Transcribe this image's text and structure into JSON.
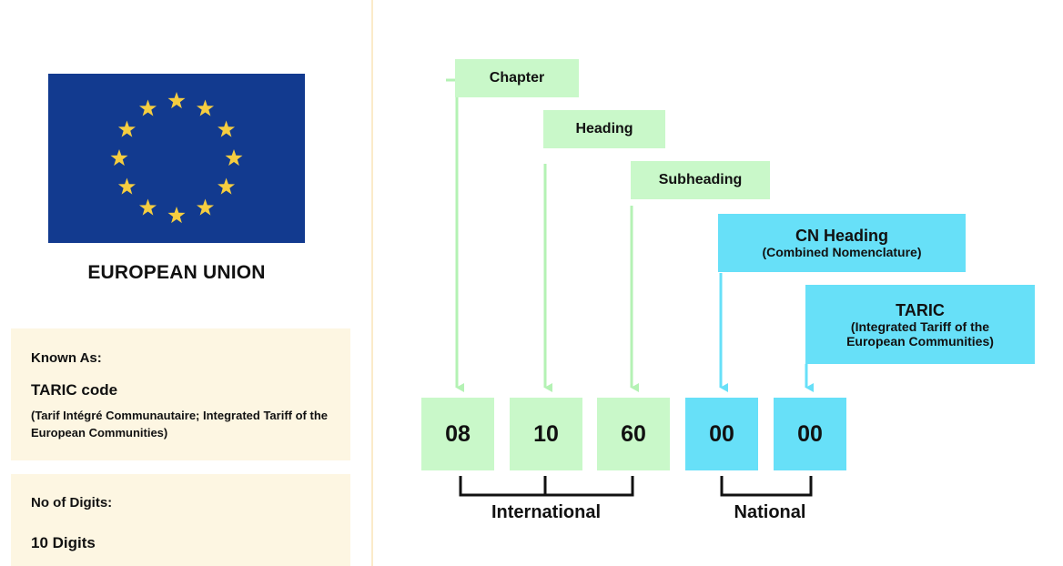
{
  "left_panel": {
    "region_title": "EUROPEAN UNION",
    "known_as": {
      "label": "Known As:",
      "value": "TARIC code",
      "description": "(Tarif Intégré Communautaire; Integrated Tariff of the European Communities)"
    },
    "digits": {
      "label": "No of Digits:",
      "value": "10 Digits"
    }
  },
  "code_labels": {
    "chapter": "Chapter",
    "heading": "Heading",
    "subheading": "Subheading",
    "cn_heading": {
      "title": "CN Heading",
      "subtitle": "(Combined Nomenclature)"
    },
    "taric": {
      "title": "TARIC",
      "subtitle": "(Integrated Tariff of the European Communities)"
    }
  },
  "digits": [
    "08",
    "10",
    "60",
    "00",
    "00"
  ],
  "groups": {
    "international": "International",
    "national": "National"
  },
  "colors": {
    "flag_blue": "#123a8f",
    "flag_star": "#f5cd40",
    "green": "#c9f8c9",
    "green_line": "#b4f2b4",
    "blue": "#67e0f8",
    "blue_line": "#67e0f8",
    "panel_bg": "#fdf6e2"
  }
}
